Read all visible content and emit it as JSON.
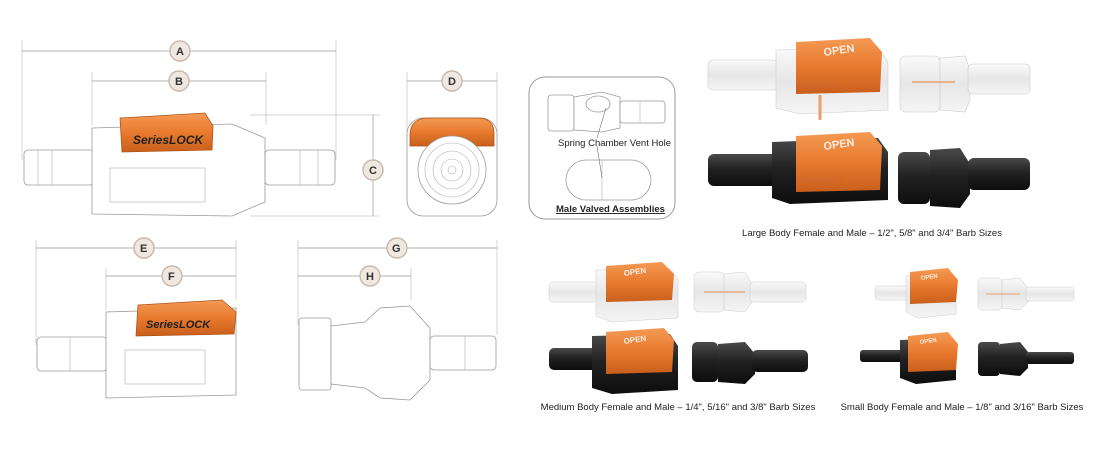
{
  "diagram": {
    "labels": {
      "a": "A",
      "b": "B",
      "c": "C",
      "d": "D",
      "e": "E",
      "f": "F",
      "g": "G",
      "h": "H"
    },
    "brand_text": "SeriesLOCK",
    "open_text": "OPEN",
    "inset": {
      "callout": "Spring Chamber Vent Hole",
      "title": "Male Valved Assemblies"
    },
    "captions": {
      "large": "Large Body Female and Male – 1/2\", 5/8\" and 3/4\" Barb Sizes",
      "medium": "Medium Body Female and Male – 1/4\", 5/16\" and 3/8\" Barb Sizes",
      "small": "Small Body Female and Male – 1/8\" and 3/16\" Barb Sizes"
    },
    "colors": {
      "orange": "#e97a2e",
      "orange_dark": "#c55f1b",
      "black": "#232323",
      "clear": "#eeeeee",
      "line": "#9a9a9a"
    }
  }
}
